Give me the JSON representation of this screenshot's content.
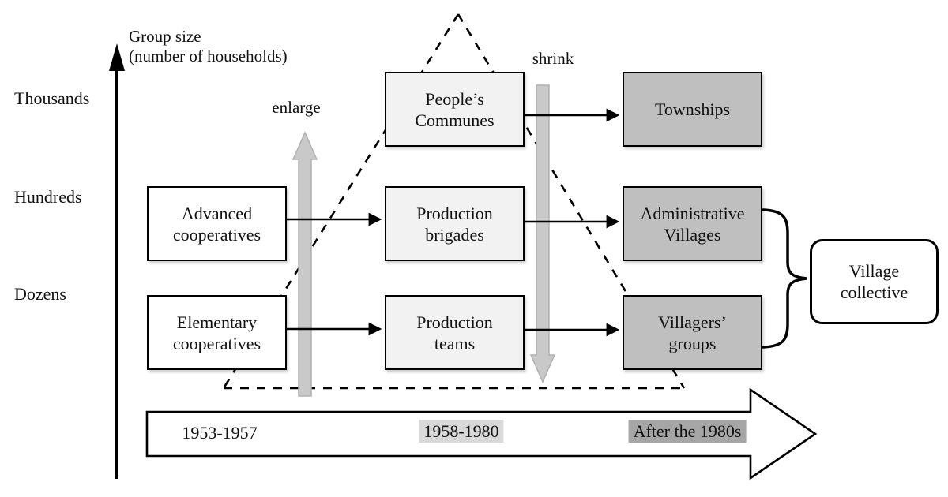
{
  "axis": {
    "title": "Group size\n(number of households)",
    "tick_thousands": "Thousands",
    "tick_hundreds": "Hundreds",
    "tick_dozens": "Dozens"
  },
  "boxes": {
    "advanced_cooperatives": "Advanced\ncooperatives",
    "elementary_cooperatives": "Elementary\ncooperatives",
    "peoples_communes": "People’s\nCommunes",
    "production_brigades": "Production\nbrigades",
    "production_teams": "Production\nteams",
    "townships": "Townships",
    "administrative_villages": "Administrative\nVillages",
    "villagers_groups": "Villagers’\ngroups",
    "village_collective": "Village\ncollective"
  },
  "annotations": {
    "enlarge": "enlarge",
    "shrink": "shrink"
  },
  "timeline": {
    "period1": "1953-1957",
    "period2": "1958-1980",
    "period3": "After the 1980s"
  },
  "colors": {
    "light_box_fill": "#f2f2f2",
    "gray_box_fill": "#bfbfbf",
    "white_box_fill": "#ffffff",
    "gray_arrow_fill": "#c9c9c9",
    "gray_arrow_stroke": "#b0b0b0",
    "highlight_1958": "#d9d9d9",
    "highlight_1980s": "#a6a6a6",
    "line_color": "#000000"
  }
}
